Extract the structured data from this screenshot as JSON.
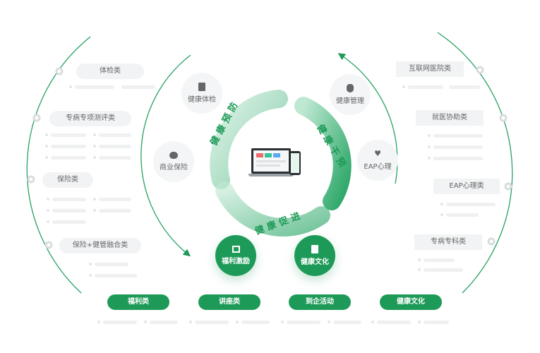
{
  "ring": {
    "top_left": "健康预防",
    "top_right": "健康干预",
    "bottom": "健康促进"
  },
  "inner_nodes": {
    "health_check": "健康体检",
    "commercial_insurance": "商业保险",
    "health_management": "健康管理",
    "eap": "EAP心理",
    "welfare_incentive": "福利激励",
    "health_culture": "健康文化"
  },
  "left_categories": [
    "体检类",
    "专病专项测评类",
    "保险类",
    "保险+健管融合类"
  ],
  "right_categories": [
    "互联网医院类",
    "就医协助类",
    "EAP心理类",
    "专病专科类"
  ],
  "bottom_buttons": [
    "福利类",
    "讲座类",
    "到企活动",
    "健康文化"
  ],
  "colors": {
    "accent": "#1e9a58",
    "accent_light": "#cdeede",
    "pill_bg": "#f1f3f4"
  }
}
